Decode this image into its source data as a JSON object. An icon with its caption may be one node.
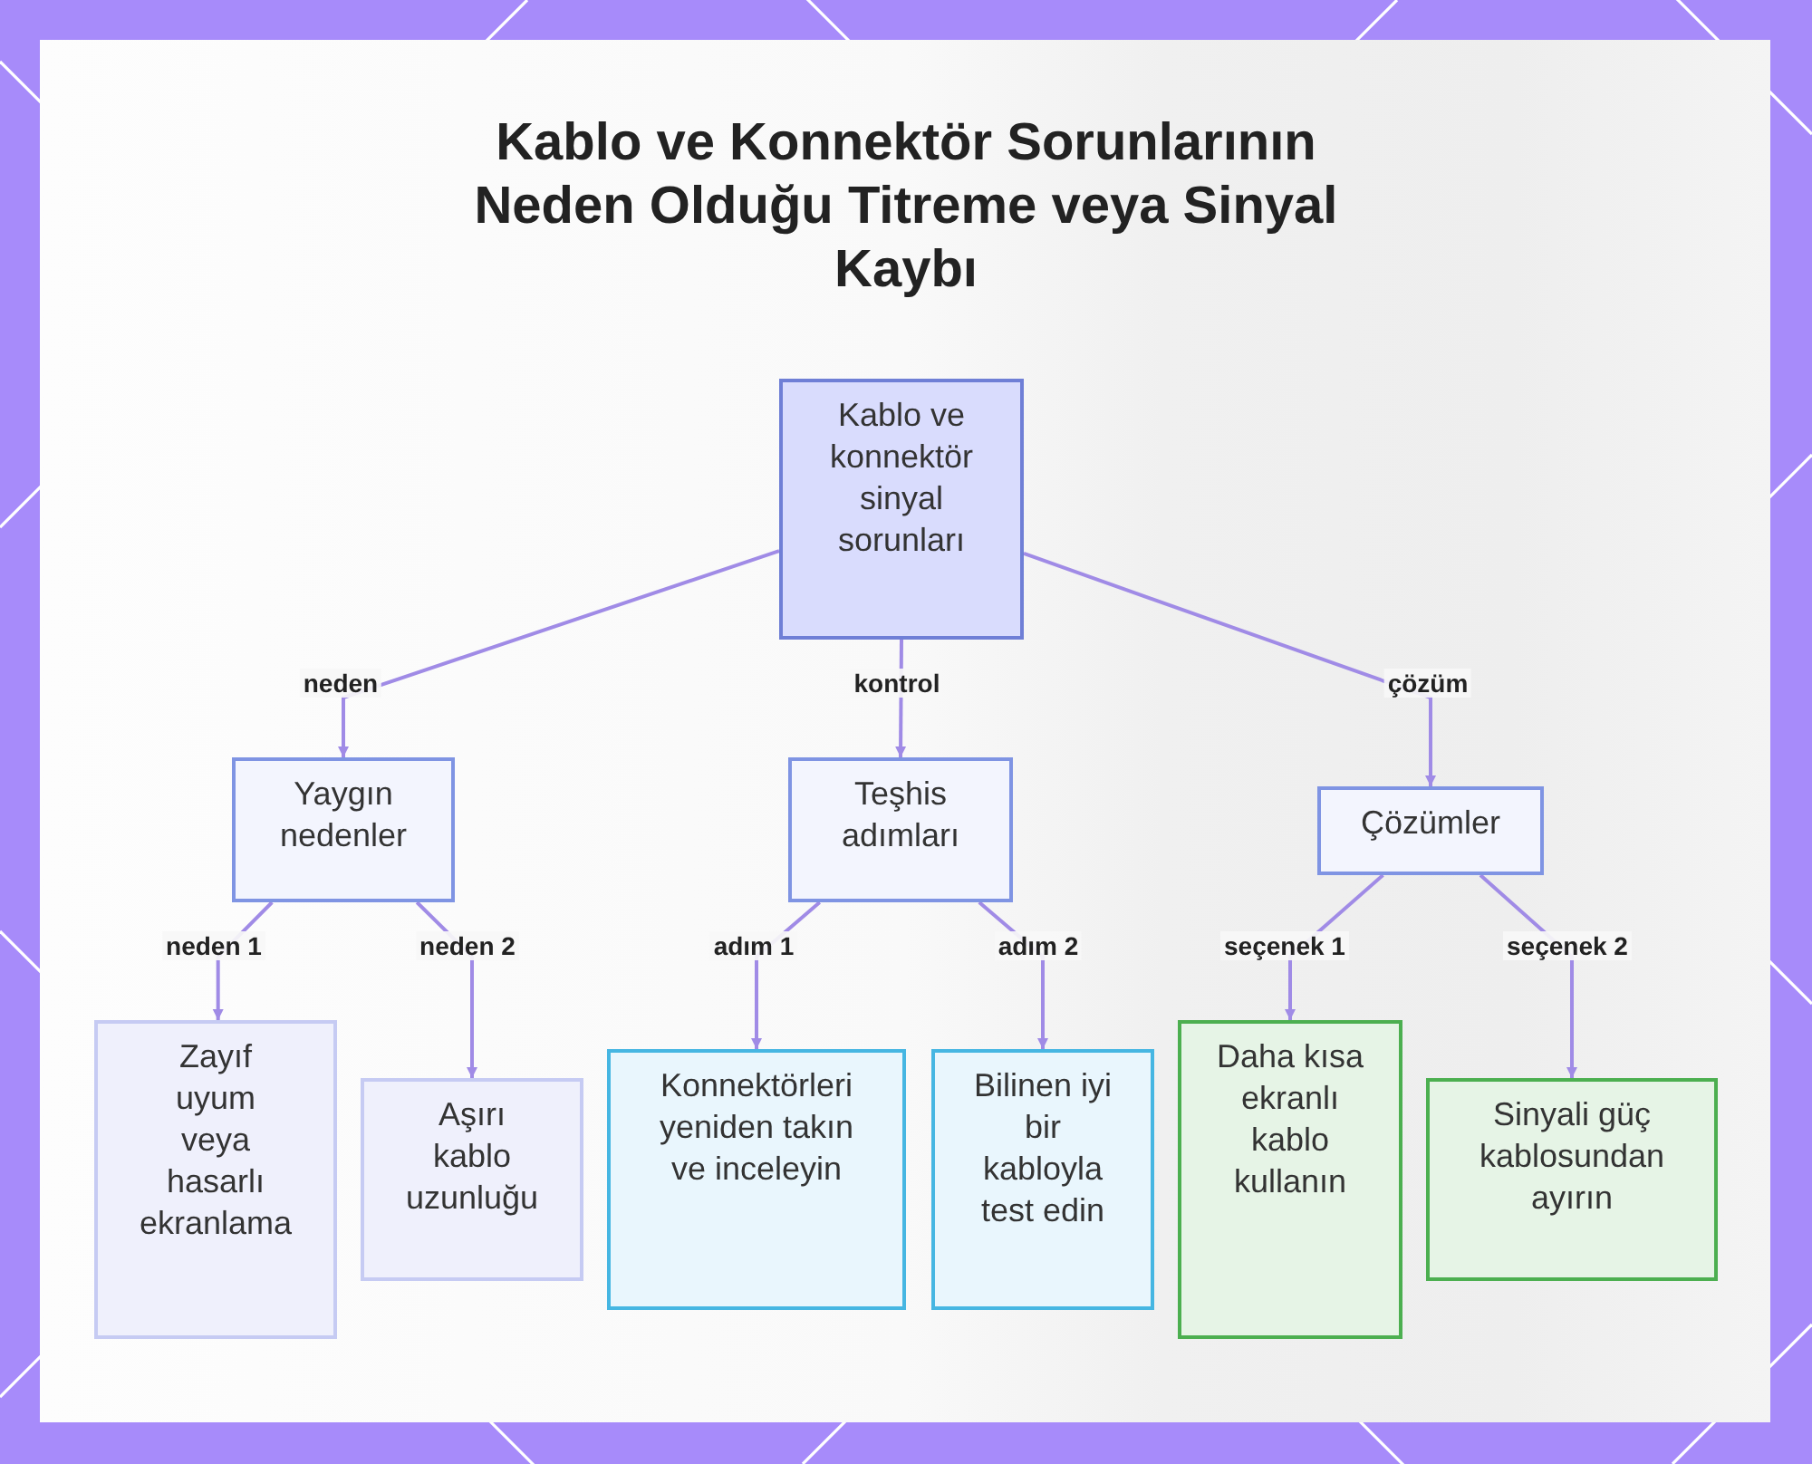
{
  "diagram": {
    "title": "Kablo ve Konnektör Sorunlarının Neden Olduğu Titreme veya Sinyal Kaybı",
    "nodes": [
      {
        "text": [
          "Kablo ve konnektör sinyal sorunları"
        ]
      },
      {
        "text": [
          "Yaygın nedenler"
        ]
      },
      {
        "text": [
          "Teşhis adımları"
        ]
      },
      {
        "text": [
          "Çözümler"
        ]
      },
      {
        "text": [
          "Zayıf uyum veya hasarlı ekranlama"
        ]
      },
      {
        "text": [
          "Aşırı kablo uzunluğu"
        ]
      },
      {
        "text": [
          "Konnektörleri yeniden takın ve inceleyin"
        ]
      },
      {
        "text": [
          "Bilinen iyi bir kabloyla test edin"
        ]
      },
      {
        "text": [
          "Daha kısa ekranlı kablo kullanın"
        ]
      },
      {
        "text": [
          "Sinyali güç kablosundan ayırın"
        ]
      }
    ],
    "edges": [
      {
        "from": 0,
        "to": 1,
        "label": "neden",
        "arrow": "to"
      },
      {
        "from": 0,
        "to": 2,
        "label": "kontrol",
        "arrow": "to"
      },
      {
        "from": 0,
        "to": 3,
        "label": "çözüm",
        "arrow": "to"
      },
      {
        "from": 1,
        "to": 4,
        "label": "neden 1",
        "arrow": "to"
      },
      {
        "from": 1,
        "to": 5,
        "label": "neden 2",
        "arrow": "to"
      },
      {
        "from": 2,
        "to": 6,
        "label": "adım 1",
        "arrow": "to"
      },
      {
        "from": 2,
        "to": 7,
        "label": "adım 2",
        "arrow": "to"
      },
      {
        "from": 3,
        "to": 8,
        "label": "seçenek 1",
        "arrow": "to"
      },
      {
        "from": 3,
        "to": 9,
        "label": "seçenek 2",
        "arrow": "to"
      }
    ]
  }
}
